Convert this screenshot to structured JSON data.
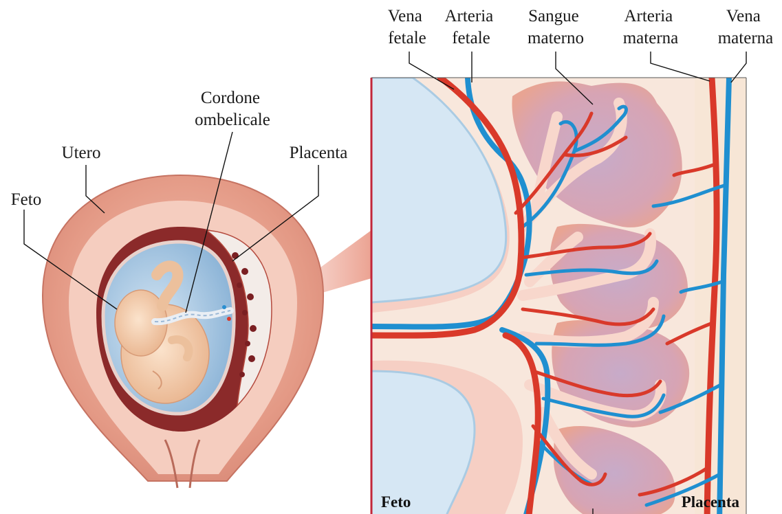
{
  "labels": {
    "vena_fetale": [
      "Vena",
      "fetale"
    ],
    "arteria_fetale": [
      "Arteria",
      "fetale"
    ],
    "sangue_materno": [
      "Sangue",
      "materno"
    ],
    "arteria_materna": [
      "Arteria",
      "materna"
    ],
    "vena_materna": [
      "Vena",
      "materna"
    ],
    "cordone_ombelicale": [
      "Cordone",
      "ombelicale"
    ],
    "utero": "Utero",
    "placenta": "Placenta",
    "feto": "Feto",
    "panel_feto": "Feto",
    "panel_placenta": "Placenta"
  },
  "colors": {
    "artery_red": "#d9392a",
    "vein_blue": "#1f8fd0",
    "uterus_pink": "#e7a596",
    "amniotic_blue": "#bfd9ee",
    "maternal_blood_lilac": "#c9a6c4",
    "fetal_skin": "#f6d2b3"
  }
}
